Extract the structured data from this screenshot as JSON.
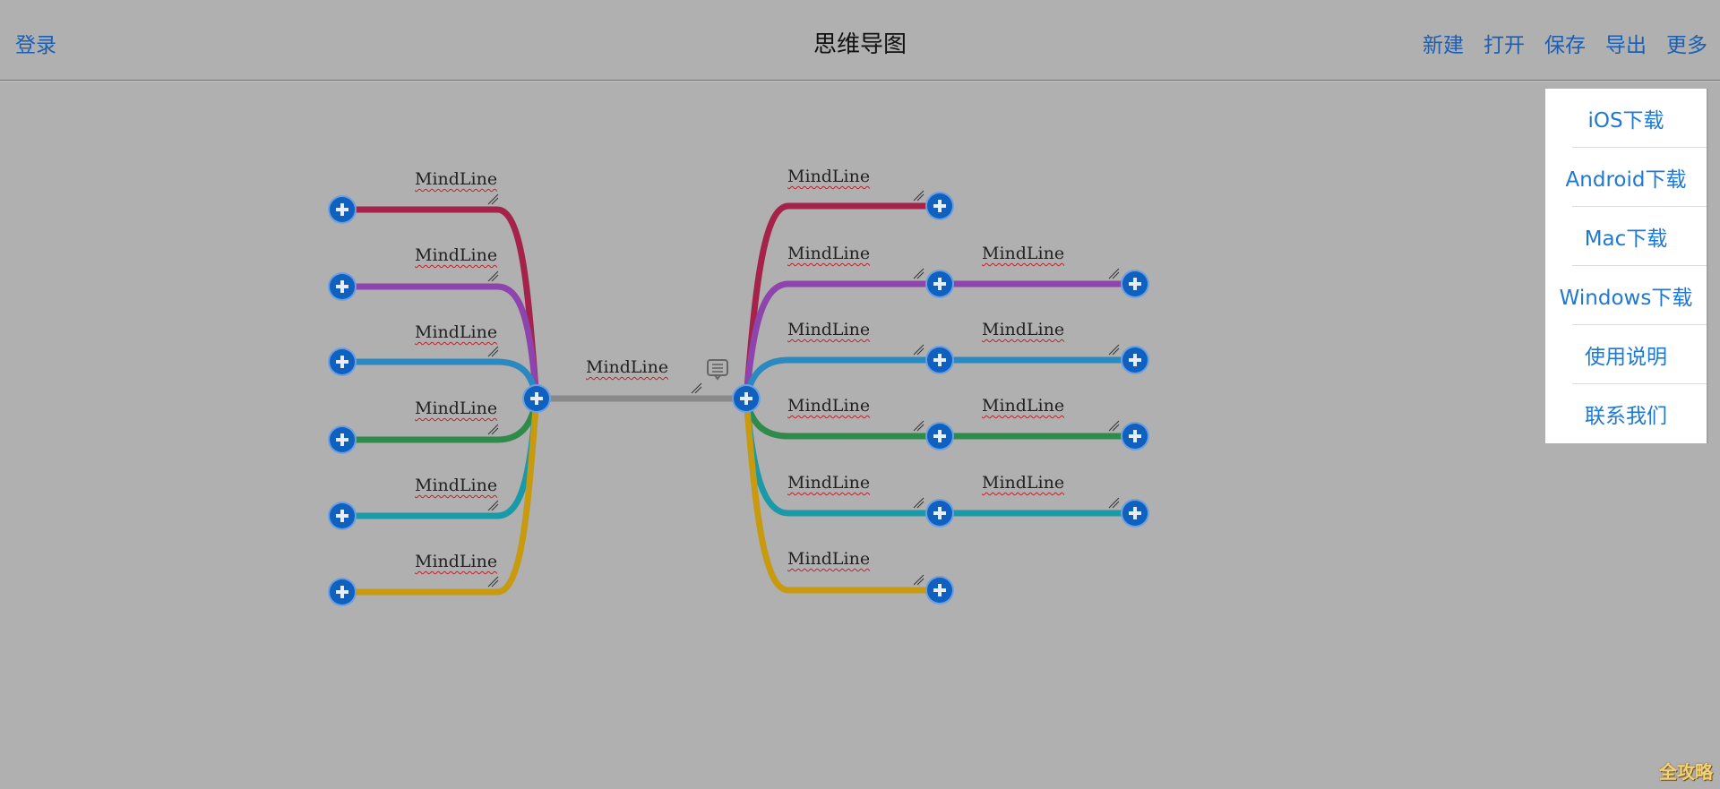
{
  "header": {
    "login": "登录",
    "title": "思维导图",
    "actions": [
      "新建",
      "打开",
      "保存",
      "导出",
      "更多"
    ]
  },
  "more_menu": {
    "items": [
      "iOS下载",
      "Android下载",
      "Mac下载",
      "Windows下载",
      "使用说明",
      "联系我们"
    ]
  },
  "mindmap": {
    "root_label": "MindLine",
    "colors": {
      "root": "#8a8a8a",
      "branch1": "#a5234a",
      "branch2": "#8e44ad",
      "branch3": "#2a89c0",
      "branch4": "#2e8b4a",
      "branch5": "#1a9aa8",
      "branch6": "#c89a10",
      "node": "#1060c0"
    },
    "left_branches": [
      {
        "label": "MindLine"
      },
      {
        "label": "MindLine"
      },
      {
        "label": "MindLine"
      },
      {
        "label": "MindLine"
      },
      {
        "label": "MindLine"
      },
      {
        "label": "MindLine"
      }
    ],
    "right_branches": [
      {
        "label": "MindLine",
        "child": null
      },
      {
        "label": "MindLine",
        "child": "MindLine"
      },
      {
        "label": "MindLine",
        "child": "MindLine"
      },
      {
        "label": "MindLine",
        "child": "MindLine"
      },
      {
        "label": "MindLine",
        "child": "MindLine"
      },
      {
        "label": "MindLine",
        "child": null
      }
    ]
  },
  "watermark": "全攻略"
}
